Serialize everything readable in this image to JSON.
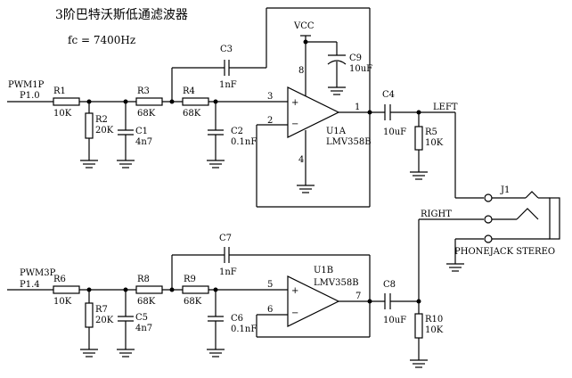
{
  "title": "3阶巴特沃斯低通滤波器",
  "fc": "fc = 7400Hz",
  "channel1": {
    "input_net": "PWM1P",
    "input_pin": "P1.0",
    "r1": {
      "ref": "R1",
      "value": "10K"
    },
    "r2": {
      "ref": "R2",
      "value": "20K"
    },
    "c1": {
      "ref": "C1",
      "value": "4n7"
    },
    "r3": {
      "ref": "R3",
      "value": "68K"
    },
    "r4": {
      "ref": "R4",
      "value": "68K"
    },
    "c2": {
      "ref": "C2",
      "value": "0.1nF"
    },
    "c3": {
      "ref": "C3",
      "value": "1nF"
    },
    "opamp": {
      "ref": "U1A",
      "part": "LMV358B",
      "pin_plus": "3",
      "pin_minus": "2",
      "pin_out": "1",
      "pin_vcc": "8",
      "pin_gnd": "4",
      "plus_sign": "+",
      "minus_sign": "−"
    },
    "vcc": "VCC",
    "c9": {
      "ref": "C9",
      "value": "10uF"
    },
    "c4": {
      "ref": "C4",
      "value": "10uF"
    },
    "r5": {
      "ref": "R5",
      "value": "10K"
    },
    "output_net": "LEFT"
  },
  "channel2": {
    "input_net": "PWM3P",
    "input_pin": "P1.4",
    "r6": {
      "ref": "R6",
      "value": "10K"
    },
    "r7": {
      "ref": "R7",
      "value": "20K"
    },
    "c5": {
      "ref": "C5",
      "value": "4n7"
    },
    "r8": {
      "ref": "R8",
      "value": "68K"
    },
    "r9": {
      "ref": "R9",
      "value": "68K"
    },
    "c6": {
      "ref": "C6",
      "value": "0.1nF"
    },
    "c7": {
      "ref": "C7",
      "value": "1nF"
    },
    "opamp": {
      "ref": "U1B",
      "part": "LMV358B",
      "pin_plus": "5",
      "pin_minus": "6",
      "pin_out": "7",
      "plus_sign": "+",
      "minus_sign": "−"
    },
    "c8": {
      "ref": "C8",
      "value": "10uF"
    },
    "r10": {
      "ref": "R10",
      "value": "10K"
    },
    "output_net": "RIGHT"
  },
  "jack": {
    "ref": "J1",
    "name": "PHONEJACK STEREO"
  }
}
